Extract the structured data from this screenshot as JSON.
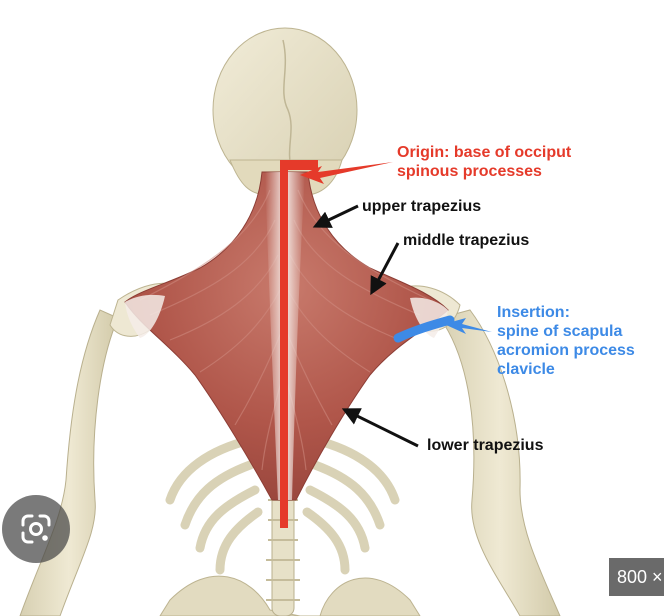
{
  "labels": {
    "origin_line1": "Origin: base  of occiput",
    "origin_line2": "spinous processes",
    "upper": "upper trapezius",
    "middle": "middle trapezius",
    "insertion_title": "Insertion:",
    "insertion_line1": "spine of scapula",
    "insertion_line2": "acromion process",
    "insertion_line3": "clavicle",
    "lower": "lower trapezius"
  },
  "overlay": {
    "size_badge": "800 ×",
    "lens_icon": "google-lens-icon"
  },
  "colors": {
    "origin": "#e53a2a",
    "insertion": "#3d8ae6",
    "muscle": "#b2564c",
    "bone": "#e8e2c8"
  }
}
